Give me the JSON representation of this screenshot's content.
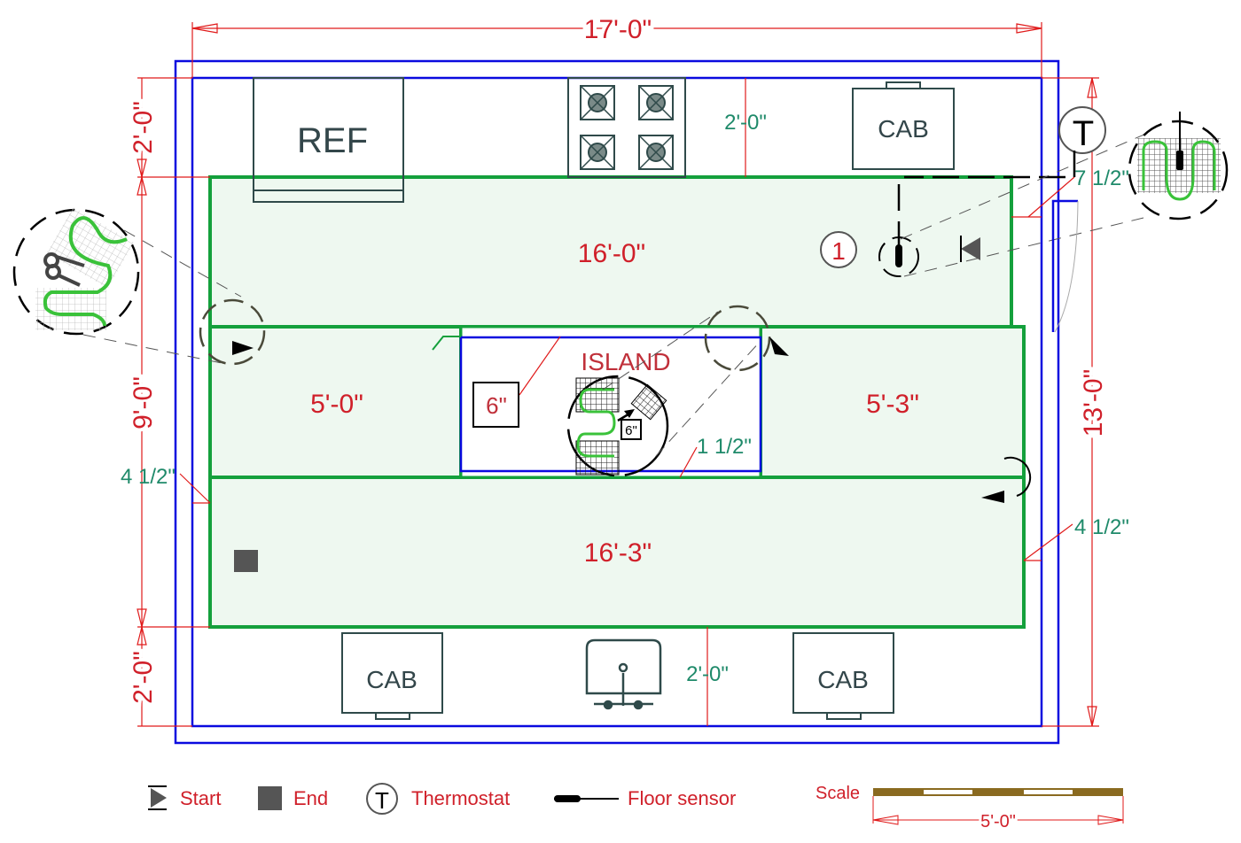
{
  "colors": {
    "wall": "#0a0adf",
    "mat": "#14a03c",
    "mat_fill": "#eef8f0",
    "dimension": "#e01a1a",
    "fixture": "#2f4a4a",
    "scale_bar": "#8a6a20"
  },
  "dimensions": {
    "overall_width": "17'-0\"",
    "overall_depth": "13'-0\"",
    "left_top": "2'-0\"",
    "left_middle": "9'-0\"",
    "left_bottom": "2'-0\"",
    "counter_top": "2'-0\"",
    "counter_bottom": "2'-0\"",
    "gap_left": "4 1/2\"",
    "gap_right": "4 1/2\"",
    "gap_top_right": "7 1/2\"",
    "island_gap": "1 1/2\"",
    "island_offset": "6\""
  },
  "fixtures": {
    "refrigerator": "REF",
    "cab_top": "CAB",
    "cab_bottom_left": "CAB",
    "cab_bottom_right": "CAB",
    "island": "ISLAND",
    "island_callout": "6\""
  },
  "mats": [
    {
      "label": "16'-0\""
    },
    {
      "label": "5'-0\""
    },
    {
      "label": "5'-3\""
    },
    {
      "label": "16'-3\""
    }
  ],
  "markers": {
    "sequence_number": "1",
    "thermostat_symbol": "T"
  },
  "icons": [
    "scissors-icon",
    "thermostat-icon",
    "floor-sensor-icon",
    "start-icon",
    "end-icon",
    "burner-icon",
    "sink-icon"
  ],
  "legend": {
    "start": "Start",
    "end": "End",
    "thermostat": "Thermostat",
    "thermostat_symbol": "T",
    "floor_sensor": "Floor sensor"
  },
  "scale": {
    "label": "Scale",
    "length": "5'-0\""
  }
}
